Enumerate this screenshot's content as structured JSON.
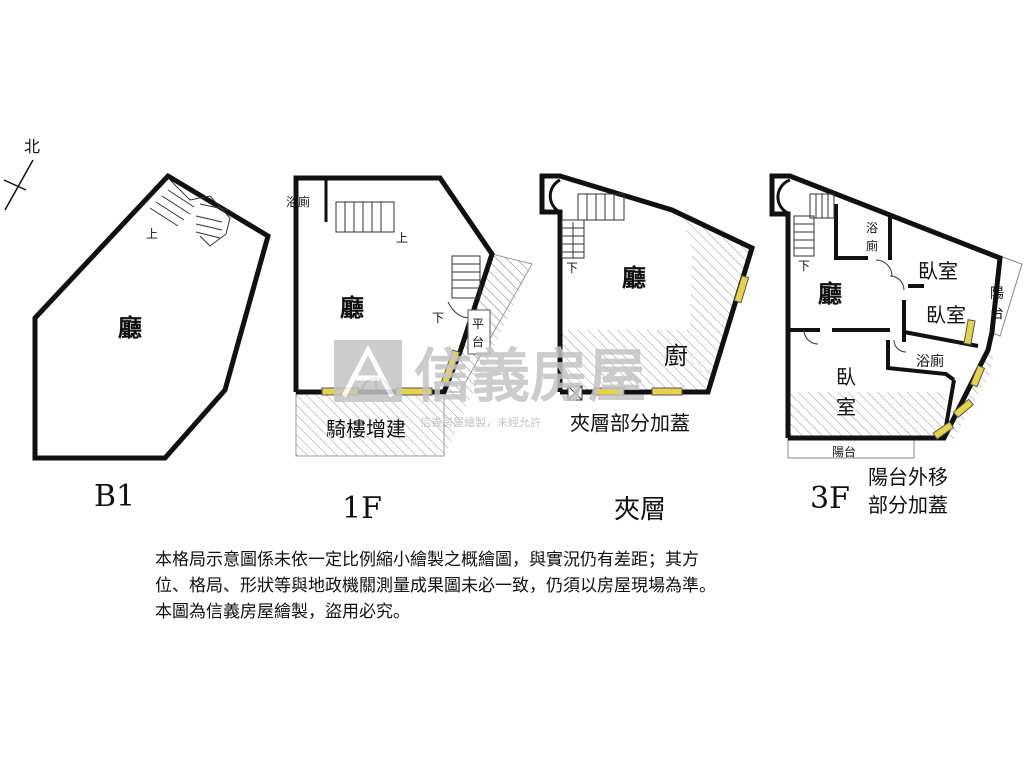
{
  "compass": {
    "label": "北"
  },
  "watermark": {
    "brand": "信義房屋",
    "small": "信義房屋繪製，未經允許"
  },
  "floors": [
    {
      "id": "b1",
      "caption": "B1",
      "rooms": [
        {
          "key": "hall",
          "label": "廳"
        }
      ],
      "stair_labels": [
        "上"
      ]
    },
    {
      "id": "1f",
      "caption": "1F",
      "rooms": [
        {
          "key": "bath",
          "label": "浴廁"
        },
        {
          "key": "hall",
          "label": "廳"
        },
        {
          "key": "platform",
          "label": "平台"
        },
        {
          "key": "arcade",
          "label": "騎樓增建"
        }
      ],
      "stair_labels": [
        "上",
        "下"
      ]
    },
    {
      "id": "mezz",
      "caption": "夾層",
      "rooms": [
        {
          "key": "hall",
          "label": "廳"
        },
        {
          "key": "kitchen",
          "label": "廚"
        },
        {
          "key": "addition",
          "label": "夾層部分加蓋"
        }
      ],
      "stair_labels": [
        "下"
      ]
    },
    {
      "id": "3f",
      "caption": "3F",
      "rooms": [
        {
          "key": "bath1",
          "label": "浴廁"
        },
        {
          "key": "bed1",
          "label": "臥室"
        },
        {
          "key": "balcony1",
          "label": "陽台"
        },
        {
          "key": "hall",
          "label": "廳"
        },
        {
          "key": "bed2",
          "label": "臥室"
        },
        {
          "key": "bath2",
          "label": "浴廁"
        },
        {
          "key": "bed3_top",
          "label": "臥"
        },
        {
          "key": "bed3_bottom",
          "label": "室"
        },
        {
          "key": "balcony2",
          "label": "陽台"
        },
        {
          "key": "note1",
          "label": "陽台外移"
        },
        {
          "key": "note2",
          "label": "部分加蓋"
        }
      ],
      "stair_labels": [
        "下"
      ]
    }
  ],
  "disclaimer": [
    "本格局示意圖係未依一定比例縮小繪製之概繪圖，與實況仍有差距；其方",
    "位、格局、形狀等與地政機關測量成果圖未必一致，仍須以房屋現場為準。",
    "本圖為信義房屋繪製，盜用必究。"
  ],
  "colors": {
    "wall": "#111111",
    "window": "#e8d24a",
    "hatch": "#9a9a9a",
    "watermark": "#c4c4c4"
  }
}
